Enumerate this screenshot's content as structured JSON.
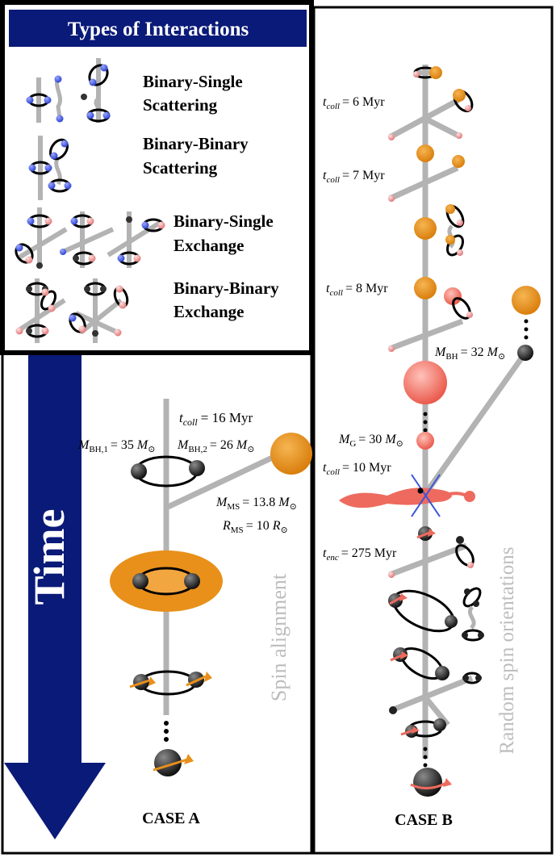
{
  "legend": {
    "title": "Types of Interactions",
    "items": [
      {
        "line1": "Binary-Single",
        "line2": "Scattering"
      },
      {
        "line1": "Binary-Binary",
        "line2": "Scattering"
      },
      {
        "line1": "Binary-Single",
        "line2": "Exchange"
      },
      {
        "line1": "Binary-Binary",
        "line2": "Exchange"
      }
    ]
  },
  "time_arrow": {
    "label": "Time"
  },
  "case_a": {
    "title": "CASE A",
    "side_label": "Spin alignment",
    "tcoll_sub": "coll",
    "tcoll_val": "= 16 Myr",
    "mbh1_sub": "BH,1",
    "mbh1_val": "= 35",
    "mbh2_sub": "BH,2",
    "mbh2_val": "= 26",
    "mms_sub": "MS",
    "mms_val": "= 13.8",
    "rms_sub": "MS",
    "rms_val": "= 10"
  },
  "case_b": {
    "title": "CASE B",
    "side_label": "Random spin orientations",
    "tcoll_1": "= 6 Myr",
    "tcoll_2": "= 7 Myr",
    "tcoll_3": "= 8 Myr",
    "tcoll_4": "= 10 Myr",
    "tcoll_sub": "coll",
    "mbh_sub": "BH",
    "mbh_val": "= 32",
    "mg_sub": "G",
    "mg_val": "= 30",
    "tenc_sub": "enc",
    "tenc_val": "= 275 Myr"
  },
  "symbols": {
    "t": "t",
    "M": "M",
    "R": "R",
    "msun": "M",
    "rsun": "R",
    "sun": "⊙"
  },
  "colors": {
    "navy": "#0a1a78",
    "grey": "#b3b3b3",
    "orange": "#e8901a",
    "salmon": "#ee6a5e",
    "blue": "#4055d8",
    "pink": "#f0a0a0"
  }
}
